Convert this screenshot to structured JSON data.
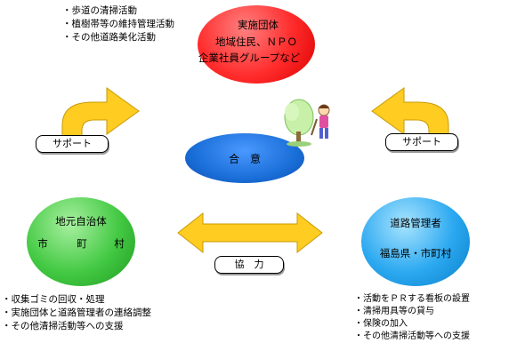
{
  "top_list": [
    "・歩道の清掃活動",
    "・植樹帯等の維持管理活動",
    "・その他道路美化活動"
  ],
  "implementer": {
    "title": "実施団体",
    "line2": "地域住民、ＮＰＯ",
    "line3": "企業社員グループなど",
    "color": "#ff2a2a"
  },
  "center": {
    "label": "合　意",
    "color": "#1a6fd8"
  },
  "local_gov": {
    "title": "地元自治体",
    "chars": [
      "市",
      "町",
      "村"
    ],
    "color": "#43c943"
  },
  "road_admin": {
    "title": "道路管理者",
    "subtitle": "福島県・市町村",
    "color": "#2aa8f0"
  },
  "support_left": "サポート",
  "support_right": "サポート",
  "cooperation": "協　力",
  "arrow_color": "#ffcc22",
  "bottom_left_list": [
    "・収集ゴミの回収・処理",
    "・実施団体と道路管理者の連絡調整",
    "・その他清掃活動等への支援"
  ],
  "bottom_right_list": [
    "・活動をＰＲする看板の設置",
    "・清掃用具等の貸与",
    "・保険の加入",
    "・その他清掃活動等への支援"
  ]
}
